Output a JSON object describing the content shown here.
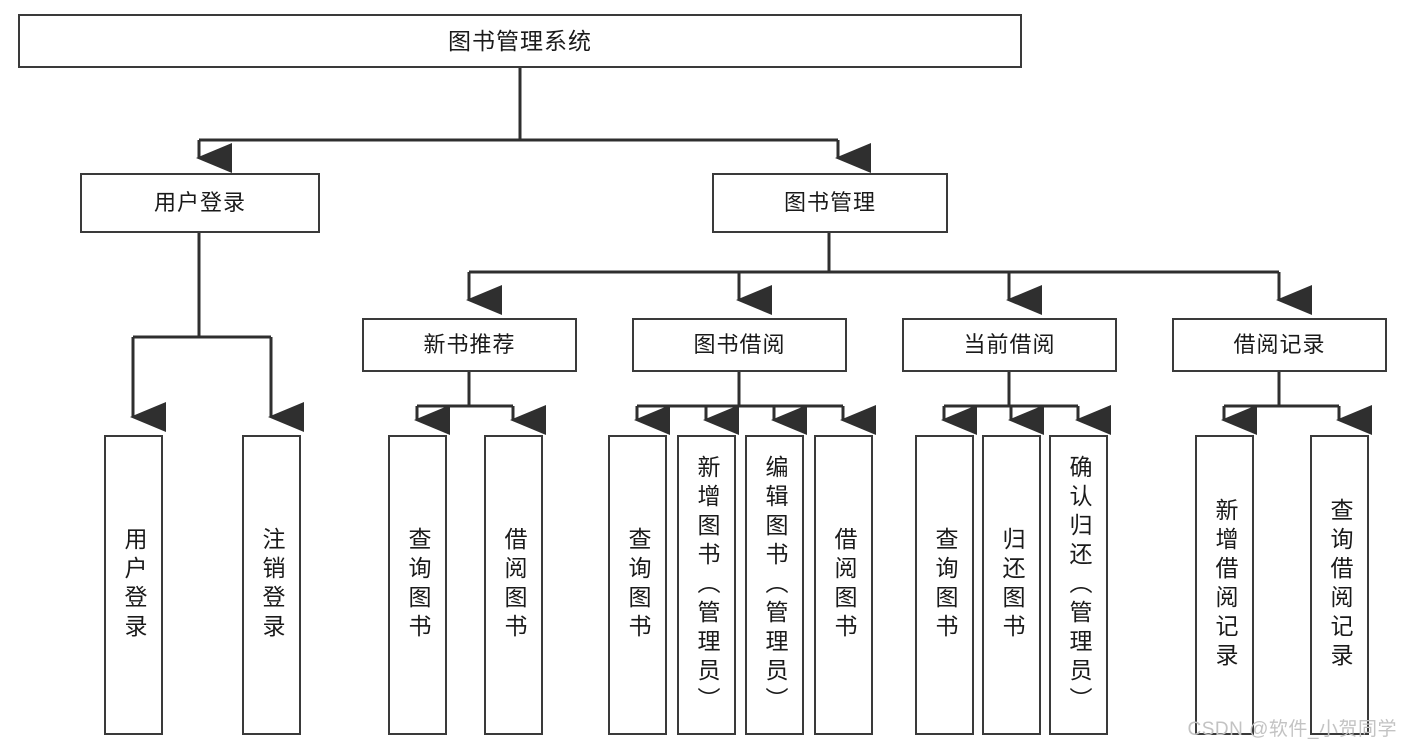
{
  "diagram": {
    "title": "图书管理系统",
    "watermark": "CSDN @软件_小贺同学",
    "colors": {
      "stroke": "#3a3a3a",
      "background": "#ffffff",
      "text": "#1a1a1a",
      "watermark": "#c3c3c3"
    },
    "nodes": {
      "root": {
        "label": "图书管理系统"
      },
      "level1": [
        {
          "label": "用户登录"
        },
        {
          "label": "图书管理"
        }
      ],
      "level2": [
        {
          "label": "新书推荐"
        },
        {
          "label": "图书借阅"
        },
        {
          "label": "当前借阅"
        },
        {
          "label": "借阅记录"
        }
      ],
      "user_login_leaves": [
        {
          "label": "用户登录"
        },
        {
          "label": "注销登录"
        }
      ],
      "new_book_leaves": [
        {
          "label": "查询图书"
        },
        {
          "label": "借阅图书"
        }
      ],
      "book_borrow_leaves": [
        {
          "label": "查询图书"
        },
        {
          "label": "新增图书（管理员）"
        },
        {
          "label": "编辑图书（管理员）"
        },
        {
          "label": "借阅图书"
        }
      ],
      "current_borrow_leaves": [
        {
          "label": "查询图书"
        },
        {
          "label": "归还图书"
        },
        {
          "label": "确认归还（管理员）"
        }
      ],
      "borrow_record_leaves": [
        {
          "label": "新增借阅记录"
        },
        {
          "label": "查询借阅记录"
        }
      ]
    }
  }
}
